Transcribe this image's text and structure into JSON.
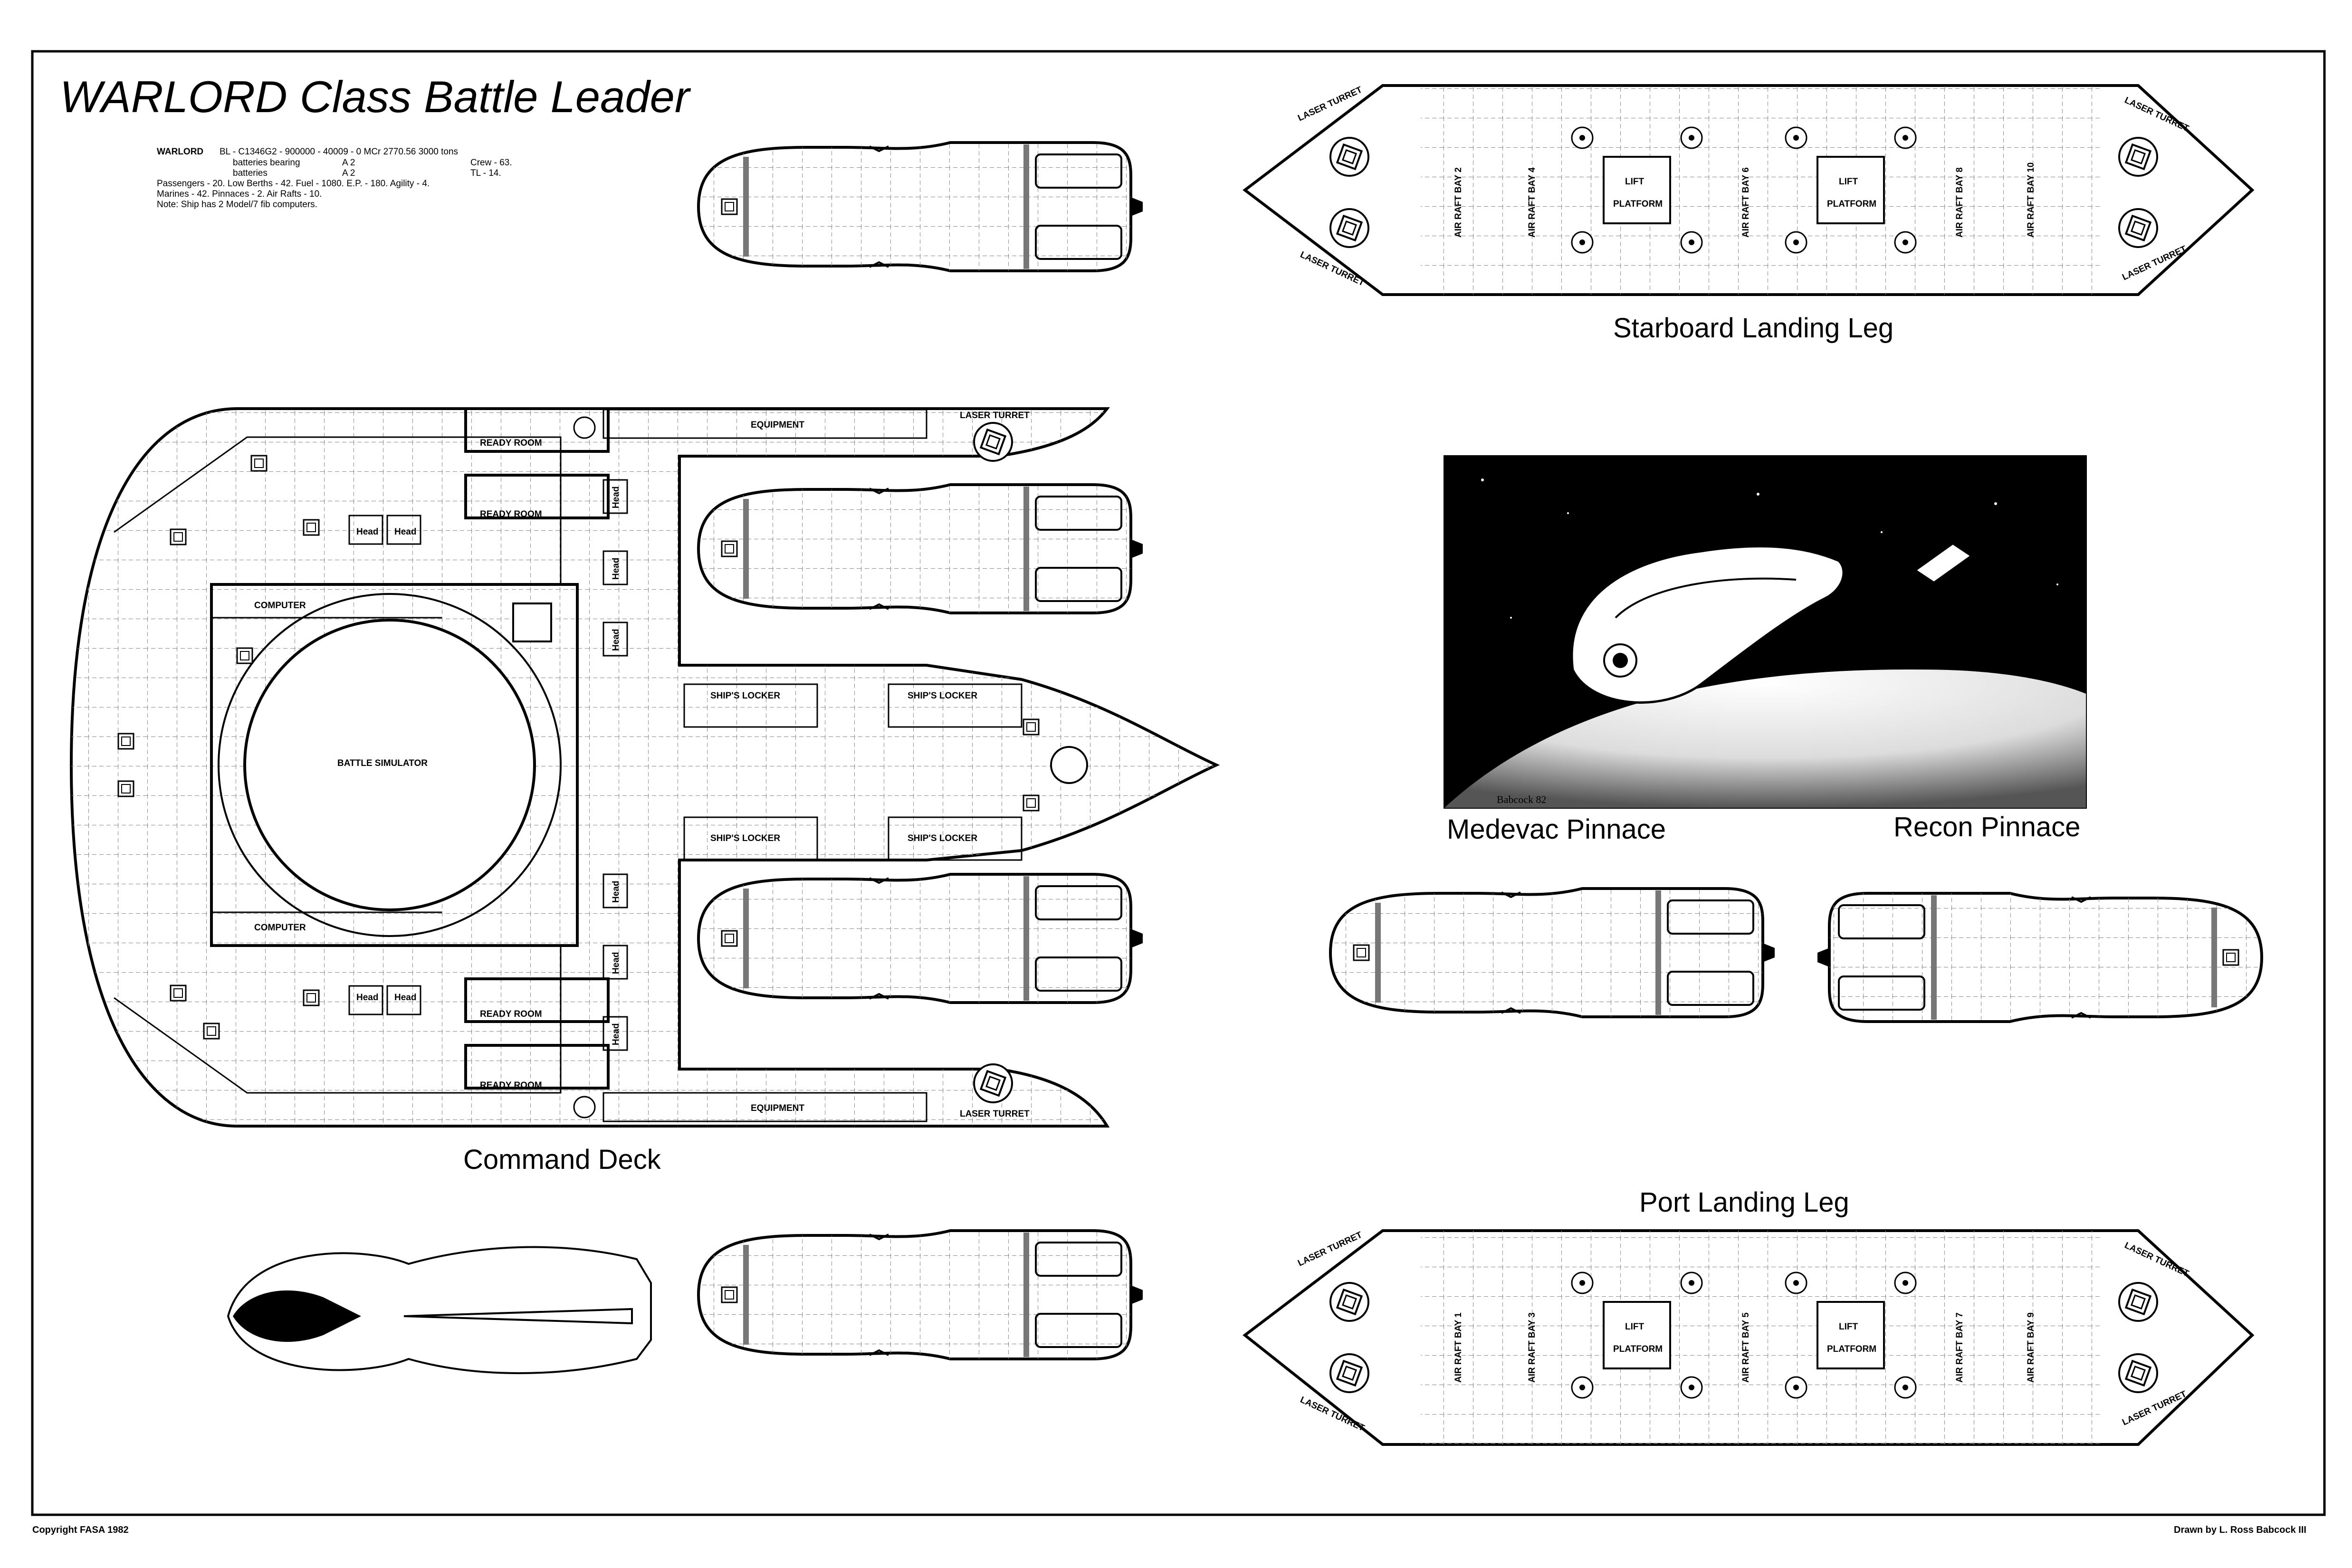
{
  "title": "WARLORD Class Battle Leader",
  "stats": {
    "name": "WARLORD",
    "line1": "BL - C1346G2 - 900000 - 40009 - 0   MCr 2770.56   3000 tons",
    "line2a": "batteries bearing",
    "line2b": "A    2",
    "line2c": "Crew - 63.",
    "line3a": "batteries",
    "line3b": "A    2",
    "line3c": "TL - 14.",
    "line4": "Passengers - 20.  Low Berths - 42.  Fuel - 1080.  E.P. - 180.  Agility - 4.",
    "line5": "Marines - 42.  Pinnaces - 2.  Air Rafts - 10.",
    "line6": "Note: Ship has 2 Model/7 fib  computers."
  },
  "captions": {
    "command_deck": "Command Deck",
    "starboard_leg": "Starboard Landing Leg",
    "port_leg": "Port  Landing Leg",
    "medevac": "Medevac Pinnace",
    "recon": "Recon Pinnace"
  },
  "rooms": {
    "computer": "COMPUTER",
    "battle_simulator": "BATTLE SIMULATOR",
    "ready_room": "READY ROOM",
    "head": "Head",
    "equipment": "EQUIPMENT",
    "laser_turret": "LASER TURRET",
    "ships_locker": "SHIP'S LOCKER",
    "lift": "LIFT",
    "platform": "PLATFORM"
  },
  "starboard_bays": [
    "AIR RAFT BAY 2",
    "AIR RAFT BAY 4",
    "AIR RAFT BAY 6",
    "AIR RAFT BAY 8",
    "AIR RAFT BAY 10"
  ],
  "port_bays": [
    "AIR RAFT BAY 1",
    "AIR RAFT BAY 3",
    "AIR RAFT BAY 5",
    "AIR RAFT BAY 7",
    "AIR RAFT BAY 9"
  ],
  "artwork_signature": "Babcock 82",
  "footer": {
    "copyright": "Copyright FASA 1982",
    "credit": "Drawn by L. Ross Babcock III"
  }
}
